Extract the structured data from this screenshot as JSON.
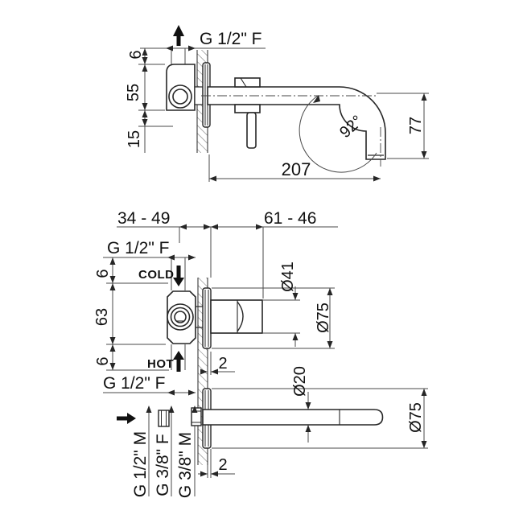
{
  "side_view": {
    "thread_top": "G 1/2\" F",
    "dim_inlet_offset": "6",
    "dim_body_height": "55",
    "dim_lower_offset": "15",
    "dim_spout_reach": "207",
    "dim_spout_drop": "77",
    "dim_spout_angle": "92°"
  },
  "front_view": {
    "dim_depth_range": "34 - 49",
    "dim_protrusion_range": "61 - 46",
    "thread_cold": "G 1/2\" F",
    "cold_label": "COLD",
    "hot_label": "HOT",
    "thread_hot": "G 1/2\" F",
    "dim_top_offset": "6",
    "dim_center_height": "63",
    "dim_bottom_offset": "6",
    "dim_handle_dia": "Ø41",
    "dim_plate_dia": "Ø75",
    "dim_plate_gap": "2"
  },
  "plan_view": {
    "dim_spout_dia": "Ø20",
    "dim_plate_dia": "Ø75",
    "dim_plate_gap": "2",
    "thread_adapter_a": "G 1/2\" M",
    "thread_adapter_b": "G 3/8\" F",
    "thread_adapter_c": "G 3/8\" M"
  },
  "colors": {
    "line": "#262626",
    "dim": "#4a4a4a",
    "background": "#ffffff"
  }
}
